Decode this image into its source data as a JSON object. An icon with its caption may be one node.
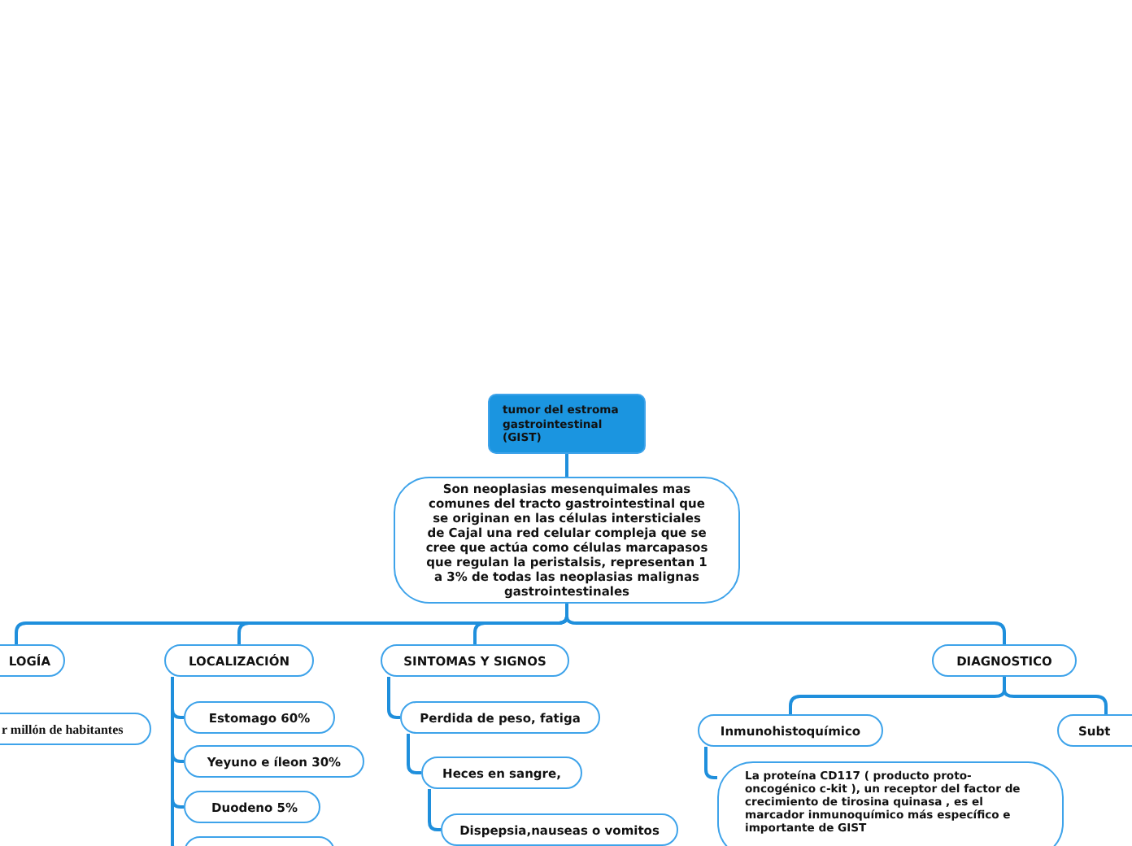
{
  "diagram": {
    "nodes": [
      {
        "text": [
          "tumor del estroma gastrointestinal (GIST)"
        ]
      },
      {
        "text": [
          "Son neoplasias mesenquimales mas comunes del tracto gastrointestinal que se originan en las células intersticiales de Cajal una red celular compleja que se cree que actúa como células marcapasos que regulan la peristalsis, representan 1 a 3% de todas las neoplasias malignas gastrointestinales"
        ]
      },
      {
        "text": [
          "LOGÍA"
        ]
      },
      {
        "text": [
          "LOCALIZACIÓN"
        ]
      },
      {
        "text": [
          "SINTOMAS Y SIGNOS"
        ]
      },
      {
        "text": [
          "DIAGNOSTICO"
        ]
      },
      {
        "text": [
          "r millón de habitantes"
        ]
      },
      {
        "text": [
          "Estomago 60%"
        ]
      },
      {
        "text": [
          "Yeyuno e íleon 30%"
        ]
      },
      {
        "text": [
          "Duodeno 5%"
        ]
      },
      {
        "text": [],
        "shape": "box"
      },
      {
        "text": [
          "Perdida de peso, fatiga"
        ]
      },
      {
        "text": [
          "Heces en sangre,"
        ]
      },
      {
        "text": [
          "Dispepsia,nauseas o vomitos"
        ]
      },
      {
        "text": [
          "Inmunohistoquímico"
        ]
      },
      {
        "text": [
          "Subt"
        ]
      },
      {
        "text": [
          "La proteína CD117 ( producto proto-oncogénico c-kit ), un receptor del factor de crecimiento de tirosina quinasa , es el marcador inmunoquímico más específico e importante de GIST"
        ]
      }
    ],
    "edges": [
      {
        "from": 0,
        "to": 1,
        "arrow": "none"
      },
      {
        "from": 1,
        "to": 2,
        "arrow": "none"
      },
      {
        "from": 1,
        "to": 3,
        "arrow": "none"
      },
      {
        "from": 1,
        "to": 4,
        "arrow": "none"
      },
      {
        "from": 1,
        "to": 5,
        "arrow": "none"
      },
      {
        "from": 3,
        "to": 7,
        "arrow": "none"
      },
      {
        "from": 3,
        "to": 8,
        "arrow": "none"
      },
      {
        "from": 3,
        "to": 9,
        "arrow": "none"
      },
      {
        "from": 3,
        "to": 10,
        "arrow": "none"
      },
      {
        "from": 4,
        "to": 11,
        "arrow": "none"
      },
      {
        "from": 11,
        "to": 12,
        "arrow": "none"
      },
      {
        "from": 12,
        "to": 13,
        "arrow": "none"
      },
      {
        "from": 5,
        "to": 14,
        "arrow": "none"
      },
      {
        "from": 5,
        "to": 15,
        "arrow": "none"
      },
      {
        "from": 14,
        "to": 16,
        "arrow": "none"
      }
    ]
  }
}
